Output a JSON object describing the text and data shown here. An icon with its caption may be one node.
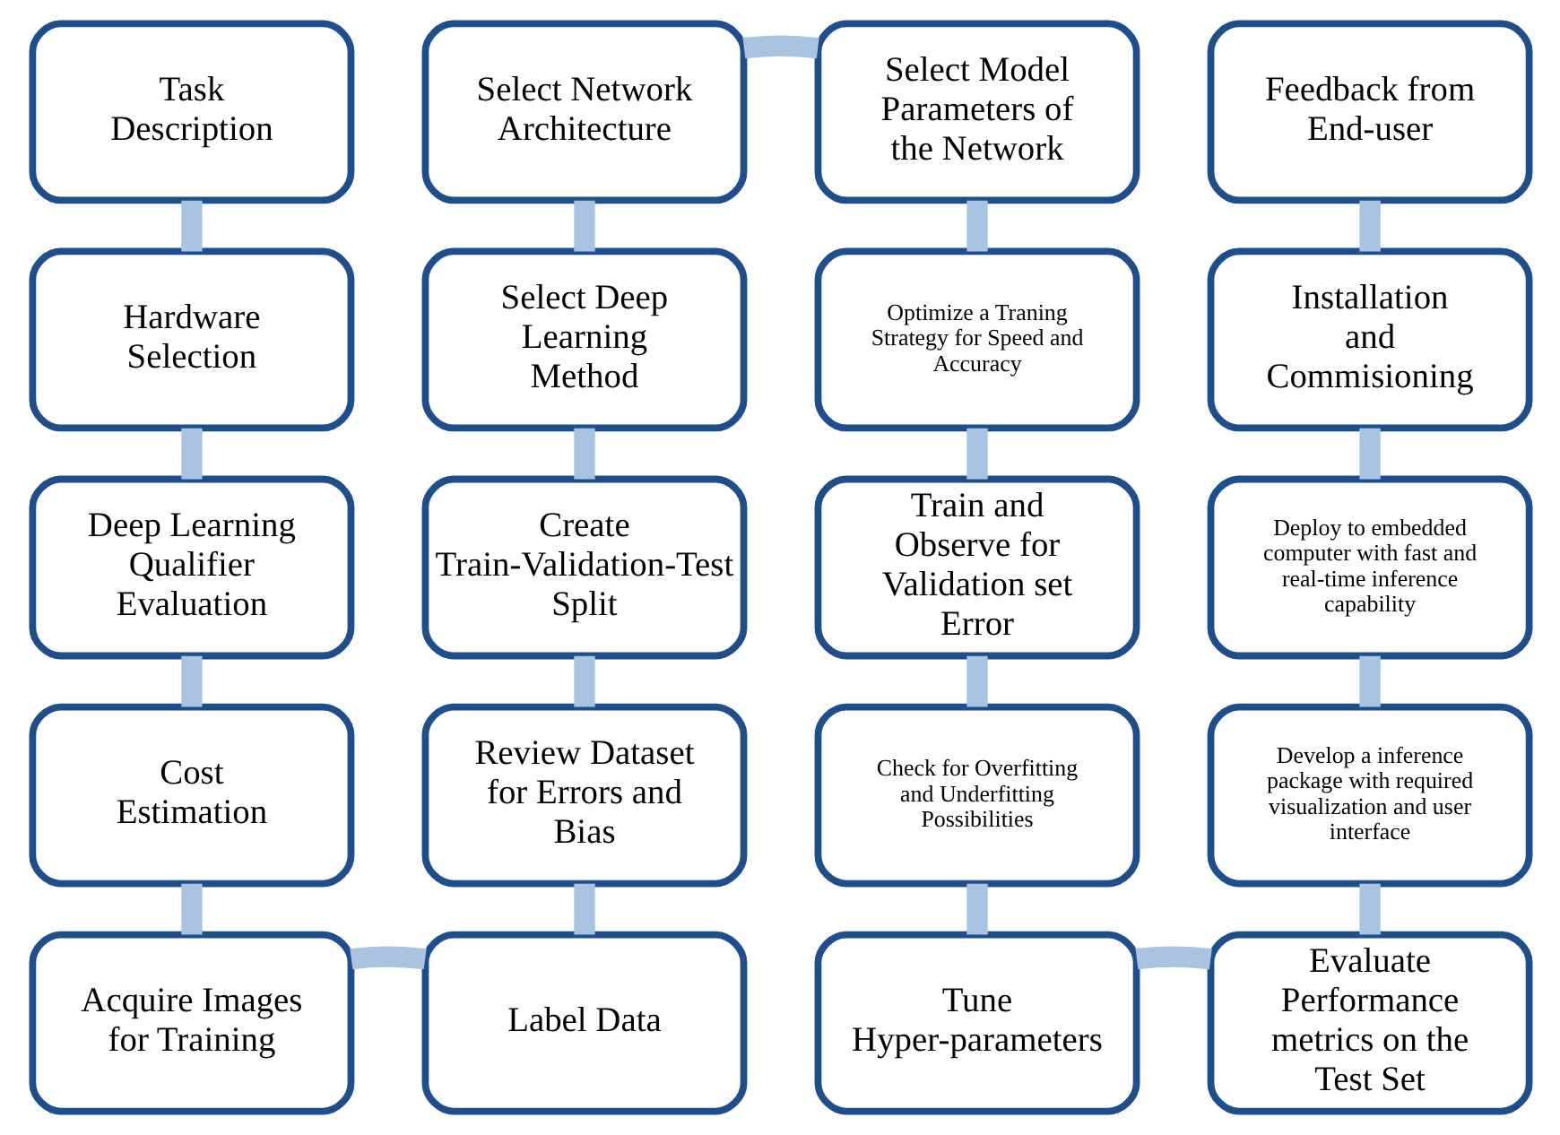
{
  "diagram": {
    "nodes": [
      {
        "text": [
          "Task Description"
        ]
      },
      {
        "text": [
          "Hardware Selection"
        ]
      },
      {
        "text": [
          "Deep Learning Qualifier Evaluation"
        ]
      },
      {
        "text": [
          "Cost Estimation"
        ]
      },
      {
        "text": [
          "Acquire Images for Training"
        ]
      },
      {
        "text": [
          "Label Data"
        ]
      },
      {
        "text": [
          "Review Dataset for Errors and Bias"
        ]
      },
      {
        "text": [
          "Create Train-Validation-Test Split"
        ]
      },
      {
        "text": [
          "Select Deep Learning Method"
        ]
      },
      {
        "text": [
          "Select Network Architecture"
        ]
      },
      {
        "text": [
          "Select Model Parameters of the Network"
        ]
      },
      {
        "text": [
          "Optimize a Traning Strategy for Speed and Accuracy"
        ]
      },
      {
        "text": [
          "Train and Observe for Validation set Error"
        ]
      },
      {
        "text": [
          "Check for Overfitting and Underfitting Possibilities"
        ]
      },
      {
        "text": [
          "Tune Hyper-parameters"
        ]
      },
      {
        "text": [
          "Evaluate Performance metrics on the Test Set"
        ]
      },
      {
        "text": [
          "Develop a inference package with required visualization and user interface"
        ]
      },
      {
        "text": [
          "Deploy to embedded computer with fast and real-time inference capability"
        ]
      },
      {
        "text": [
          "Installation and Commisioning"
        ]
      },
      {
        "text": [
          "Feedback from End-user"
        ]
      }
    ],
    "edges": [
      {
        "from": 0,
        "to": 1,
        "arrow": "none"
      },
      {
        "from": 1,
        "to": 2,
        "arrow": "none"
      },
      {
        "from": 2,
        "to": 3,
        "arrow": "none"
      },
      {
        "from": 3,
        "to": 4,
        "arrow": "none"
      },
      {
        "from": 4,
        "to": 5,
        "arrow": "none"
      },
      {
        "from": 5,
        "to": 6,
        "arrow": "none"
      },
      {
        "from": 6,
        "to": 7,
        "arrow": "none"
      },
      {
        "from": 7,
        "to": 8,
        "arrow": "none"
      },
      {
        "from": 8,
        "to": 9,
        "arrow": "none"
      },
      {
        "from": 9,
        "to": 10,
        "arrow": "none"
      },
      {
        "from": 10,
        "to": 11,
        "arrow": "none"
      },
      {
        "from": 11,
        "to": 12,
        "arrow": "none"
      },
      {
        "from": 12,
        "to": 13,
        "arrow": "none"
      },
      {
        "from": 13,
        "to": 14,
        "arrow": "none"
      },
      {
        "from": 14,
        "to": 15,
        "arrow": "none"
      },
      {
        "from": 15,
        "to": 16,
        "arrow": "none"
      },
      {
        "from": 16,
        "to": 17,
        "arrow": "none"
      },
      {
        "from": 17,
        "to": 18,
        "arrow": "none"
      },
      {
        "from": 18,
        "to": 19,
        "arrow": "none"
      }
    ]
  }
}
